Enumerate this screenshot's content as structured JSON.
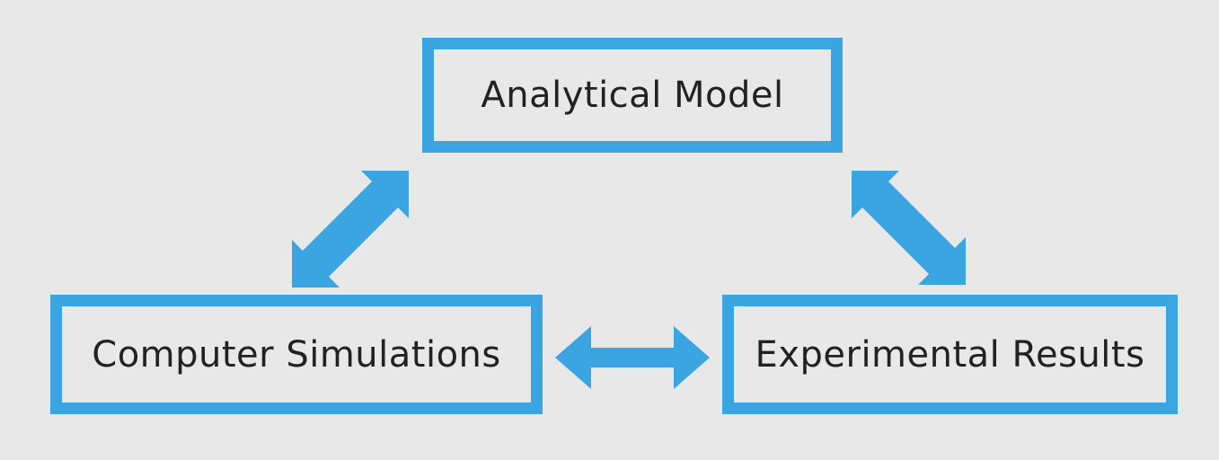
{
  "nodes": {
    "analytical": "Analytical Model",
    "computer": "Computer Simulations",
    "experimental": "Experimental Results"
  },
  "colors": {
    "accent": "#3aa5e0",
    "background": "#e8e8e8",
    "text": "#222222"
  },
  "edges": [
    {
      "from": "analytical",
      "to": "computer",
      "style": "double-arrow"
    },
    {
      "from": "analytical",
      "to": "experimental",
      "style": "double-arrow"
    },
    {
      "from": "computer",
      "to": "experimental",
      "style": "double-arrow"
    }
  ]
}
